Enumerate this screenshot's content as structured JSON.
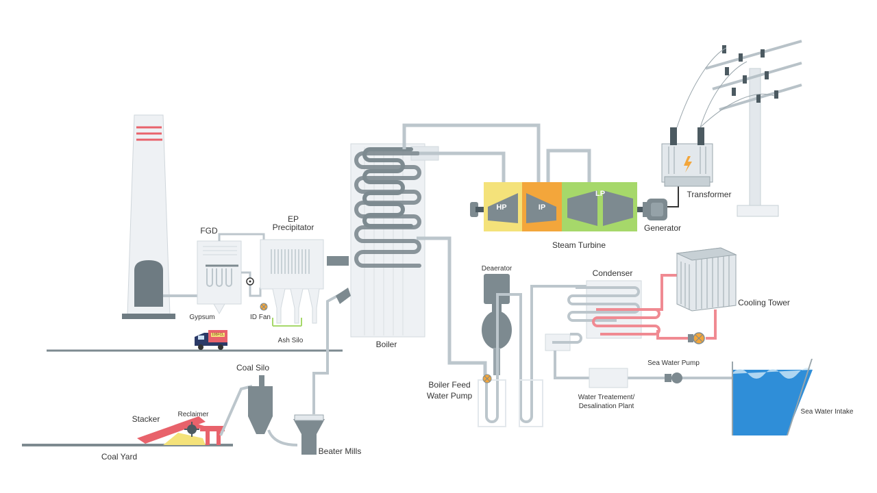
{
  "labels": {
    "fgd": "FGD",
    "ep_line1": "EP",
    "ep_line2": "Precipitator",
    "gypsum": "Gypsum",
    "id_fan": "ID Fan",
    "ash_silo": "Ash Silo",
    "boiler": "Boiler",
    "hp": "HP",
    "ip": "IP",
    "lp": "LP",
    "steam_turbine": "Steam Turbine",
    "generator": "Generator",
    "transformer": "Transformer",
    "deaerator": "Deaerator",
    "condenser": "Condenser",
    "cooling_tower": "Cooling Tower",
    "bfwp_line1": "Boiler Feed",
    "bfwp_line2": "Water Pump",
    "sea_water_pump": "Sea Water Pump",
    "wtp_line1": "Water Treatement/",
    "wtp_line2": "Desalination Plant",
    "sea_water_intake": "Sea Water Intake",
    "coal_silo": "Coal Silo",
    "stacker": "Stacker",
    "reclaimer": "Reclaimer",
    "coal_yard": "Coal Yard",
    "beater_mills": "Beater Mills",
    "truck_plate": "195FCL"
  },
  "colors": {
    "pipe_grey": "#bcc6cc",
    "pipe_red": "#f08a92",
    "equipment_grey": "#7d8a90",
    "panel": "#eef1f4",
    "hp_bg": "#f4e27a",
    "ip_bg": "#f3a63b",
    "lp_bg": "#a6d86a",
    "water": "#2f8ed8",
    "chimney_band": "#e8626b"
  }
}
